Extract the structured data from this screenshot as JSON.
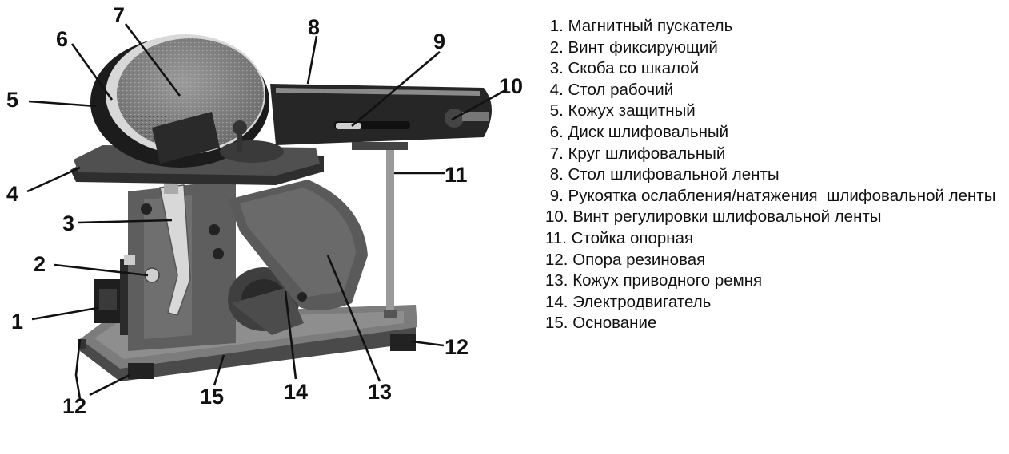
{
  "callouts": [
    "1",
    "2",
    "3",
    "4",
    "5",
    "6",
    "7",
    "8",
    "9",
    "10",
    "11",
    "12",
    "12",
    "13",
    "14",
    "15"
  ],
  "legend": [
    " 1. Магнитный пускатель",
    " 2. Винт фиксирующий",
    " 3. Скоба со шкалой",
    " 4. Стол рабочий",
    " 5. Кожух защитный",
    " 6. Диск шлифовальный",
    " 7. Круг шлифовальный",
    " 8. Стол шлифовальной ленты",
    " 9. Рукоятка ослабления/натяжения  шлифовальной ленты",
    "10. Винт регулировки шлифовальной ленты",
    "11. Стойка опорная",
    "12. Опора резиновая",
    "13. Кожух приводного ремня",
    "14. Электродвигатель",
    "15. Основание"
  ]
}
